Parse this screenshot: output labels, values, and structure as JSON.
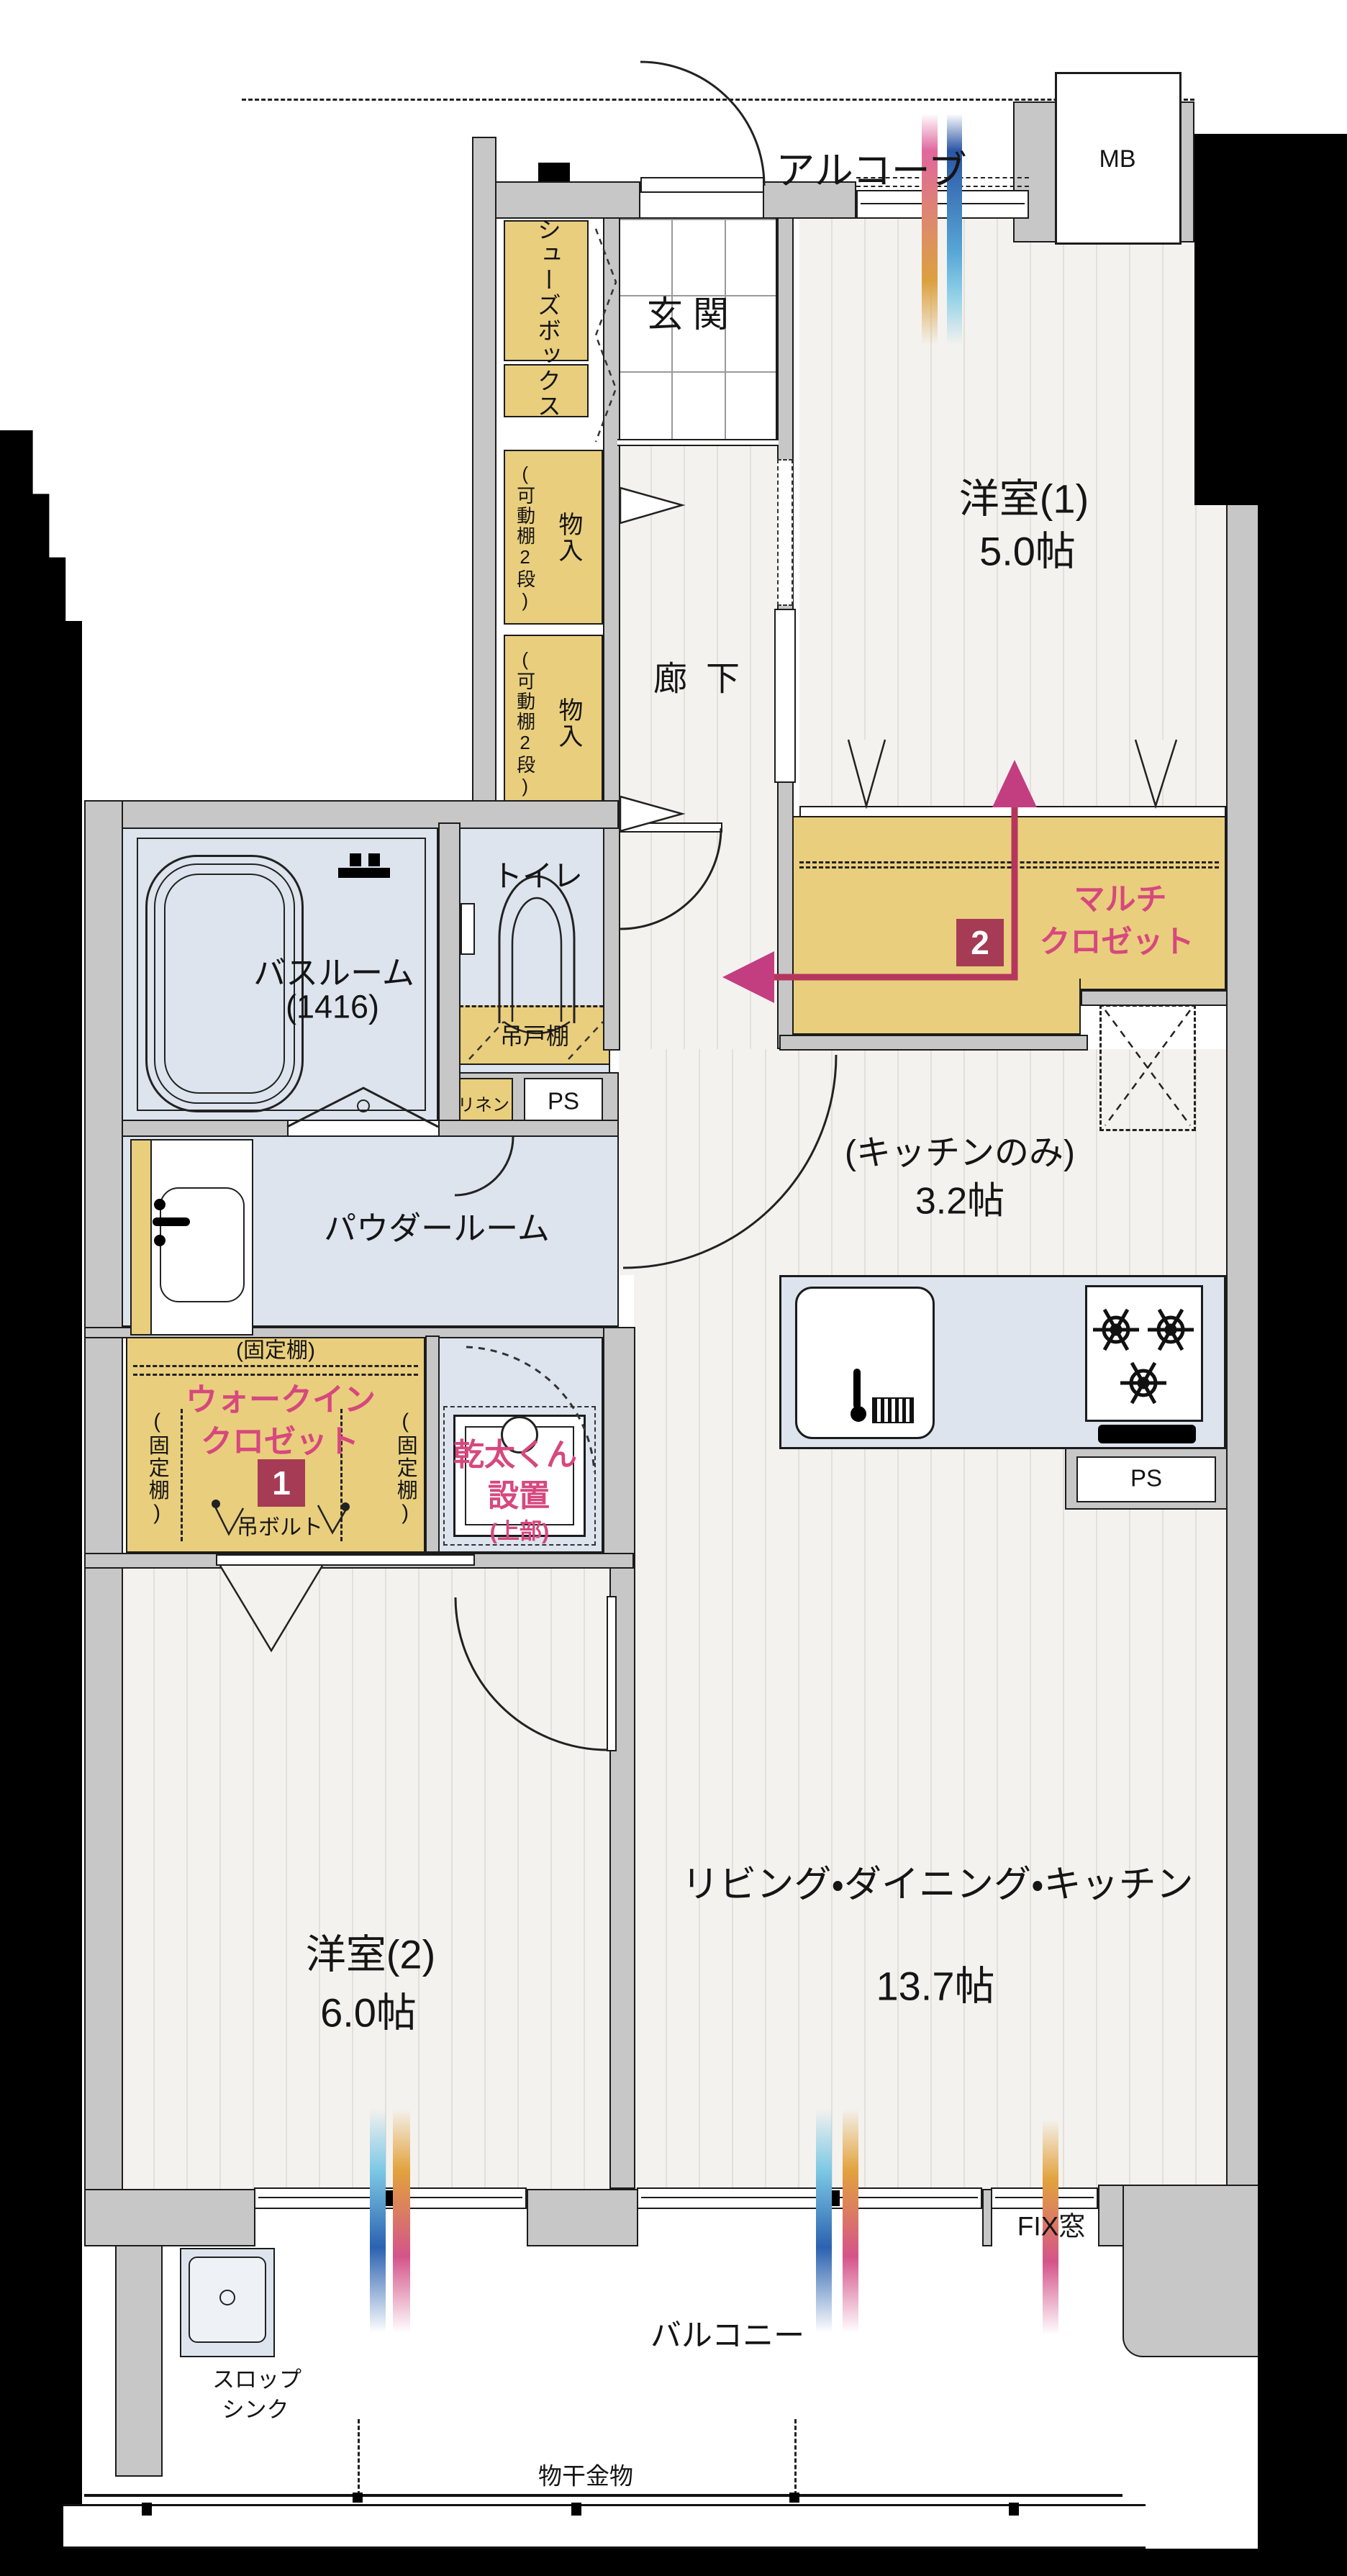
{
  "plan_title": "2LDK apartment floor plan",
  "labels": {
    "alcove": "アルコーブ",
    "mb": "MB",
    "genkan": "玄関",
    "shoes": "シューズボックス",
    "storage_upper_note": "(可動棚2段)",
    "storage_upper": "物入",
    "storage_lower_note": "(可動棚2段)",
    "storage_lower": "物入",
    "corridor": "廊下",
    "western1_name": "洋室(1)",
    "western1_size": "5.0帖",
    "bath_name": "バスルーム",
    "bath_size": "(1416)",
    "toilet": "トイレ",
    "hanging_cupboard": "吊戸棚",
    "linen": "リネン",
    "ps_bath": "PS",
    "ps_kitchen": "PS",
    "multi_line1": "マルチ",
    "multi_line2": "クロゼット",
    "multi_badge": "2",
    "kitchen_line1": "(キッチンのみ)",
    "kitchen_line2": "3.2帖",
    "powder": "パウダールーム",
    "wic_shelf_top": "(固定棚)",
    "wic_shelf_left": "(固定棚)",
    "wic_shelf_right": "(固定棚)",
    "wic_line1": "ウォークイン",
    "wic_line2": "クロゼット",
    "wic_badge": "1",
    "wic_bolt": "吊ボルト",
    "kanta_line1": "乾太くん",
    "kanta_line2": "設置",
    "kanta_line3": "(上部)",
    "western2_name": "洋室(2)",
    "western2_size": "6.0帖",
    "ldk_name": "リビング・ダイニング・キッチン",
    "ldk_size": "13.7帖",
    "fix_window": "FIX窓",
    "slop_line1": "スロップ",
    "slop_line2": "シンク",
    "balcony": "バルコニー",
    "laundry": "物干金物"
  },
  "colors": {
    "storage_tan": "#e9ce7d",
    "wet_blue": "#dde4ee",
    "wall_gray": "#c7c7c7",
    "accent_magenta": "#d6487e",
    "badge_red": "#a63b55",
    "arrow_line": "#b5365c",
    "arrowhead": "#c33e80",
    "grad_blue": "#2b55a5",
    "grad_cyan": "#7cc8e4",
    "grad_orange": "#dba03f",
    "grad_pink": "#e0679e"
  }
}
